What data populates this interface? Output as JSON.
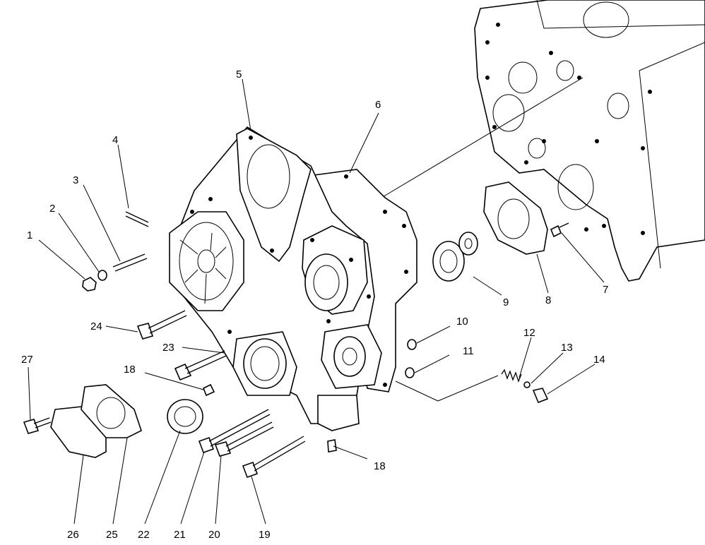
{
  "callouts": [
    {
      "id": "1",
      "text": "1"
    },
    {
      "id": "2",
      "text": "2"
    },
    {
      "id": "3",
      "text": "3"
    },
    {
      "id": "4",
      "text": "4"
    },
    {
      "id": "5",
      "text": "5"
    },
    {
      "id": "6",
      "text": "6"
    },
    {
      "id": "7",
      "text": "7"
    },
    {
      "id": "8",
      "text": "8"
    },
    {
      "id": "9",
      "text": "9"
    },
    {
      "id": "10",
      "text": "10"
    },
    {
      "id": "11",
      "text": "11"
    },
    {
      "id": "12",
      "text": "12"
    },
    {
      "id": "13",
      "text": "13"
    },
    {
      "id": "14",
      "text": "14"
    },
    {
      "id": "18a",
      "text": "18"
    },
    {
      "id": "18b",
      "text": "18"
    },
    {
      "id": "19",
      "text": "19"
    },
    {
      "id": "20",
      "text": "20"
    },
    {
      "id": "21",
      "text": "21"
    },
    {
      "id": "22",
      "text": "22"
    },
    {
      "id": "23",
      "text": "23"
    },
    {
      "id": "24",
      "text": "24"
    },
    {
      "id": "25",
      "text": "25"
    },
    {
      "id": "26",
      "text": "26"
    },
    {
      "id": "27",
      "text": "27"
    }
  ]
}
